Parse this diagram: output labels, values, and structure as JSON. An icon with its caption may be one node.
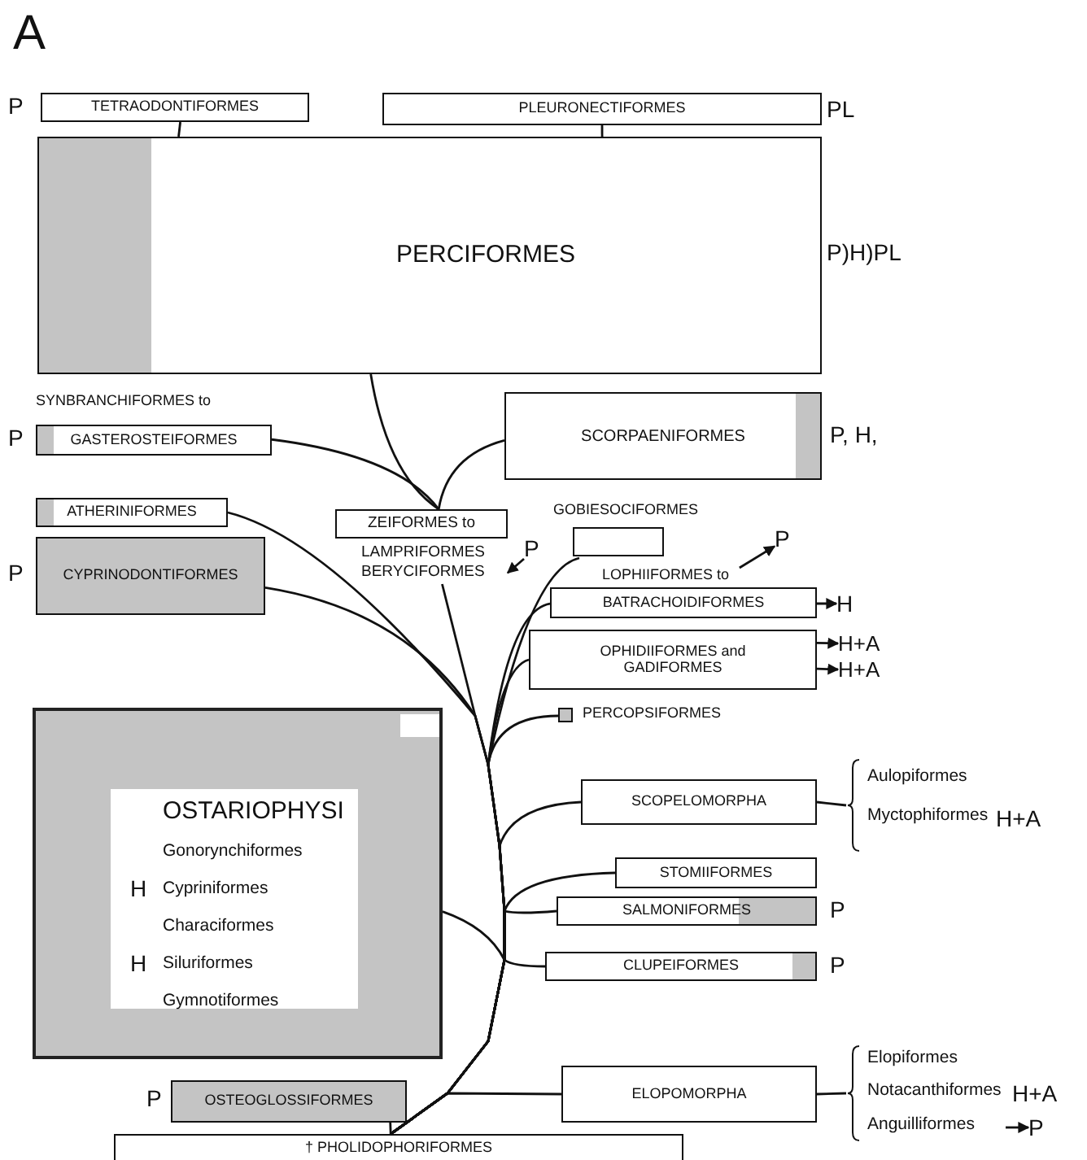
{
  "diagram": {
    "nodes": [
      {
        "text": [
          "TETRAODONTIFORMES"
        ],
        "beside": [
          "P"
        ]
      },
      {
        "text": [
          "PLEURONECTIFORMES"
        ],
        "beside": [
          "PL"
        ]
      },
      {
        "text": [
          "PERCIFORMES"
        ],
        "beside": [
          "P)H)PL"
        ]
      },
      {
        "text": [
          "SYNBRANCHIFORMES to",
          "GASTEROSTEIFORMES"
        ],
        "beside": [
          "P"
        ]
      },
      {
        "text": [
          "SCORPAENIFORMES"
        ],
        "beside": [
          "P, H,"
        ]
      },
      {
        "text": [
          "ATHERINIFORMES"
        ]
      },
      {
        "text": [
          "ZEIFORMES to",
          "LAMPRIFORMES BERYCIFORMES"
        ]
      },
      {
        "text": [
          "GOBIESOCIFORMES"
        ]
      },
      {
        "text": [
          "CYPRINODONTIFORMES"
        ],
        "beside": [
          "P"
        ]
      },
      {
        "text": [
          "P"
        ]
      },
      {
        "text": [
          "P"
        ]
      },
      {
        "text": [
          "LOPHIIFORMES to",
          "BATRACHOIDIFORMES"
        ]
      },
      {
        "text": [
          "H"
        ]
      },
      {
        "text": [
          "OPHIDIIFORMES and GADIFORMES"
        ]
      },
      {
        "text": [
          "H+A"
        ]
      },
      {
        "text": [
          "H+A"
        ]
      },
      {
        "text": [
          "PERCOPSIFORMES"
        ]
      },
      {
        "text": [
          "OSTARIOPHYSI",
          "Gonorynchiformes",
          "Cypriniformes",
          "Characiformes",
          "Siluriformes",
          "Gymnotiformes"
        ]
      },
      {
        "text": [
          "SCOPELOMORPHA"
        ]
      },
      {
        "text": [
          "Aulopiformes",
          "Myctophiformes"
        ],
        "beside": [
          "H+A"
        ]
      },
      {
        "text": [
          "STOMIIFORMES"
        ]
      },
      {
        "text": [
          "SALMONIFORMES"
        ],
        "beside": [
          "P"
        ]
      },
      {
        "text": [
          "CLUPEIFORMES"
        ],
        "beside": [
          "P"
        ]
      },
      {
        "text": [
          "OSTEOGLOSSIFORMES"
        ],
        "beside": [
          "P"
        ]
      },
      {
        "text": [
          "ELOPOMORPHA"
        ]
      },
      {
        "text": [
          "Elopiformes",
          "Notacanthiformes",
          "Anguilliformes"
        ],
        "beside": [
          "H+A"
        ]
      },
      {
        "text": [
          "P"
        ]
      },
      {
        "text": [
          "† PHOLIDOPHORIFORMES"
        ]
      }
    ],
    "edges": [
      {
        "from": 0,
        "to": 2,
        "arrow": "none"
      },
      {
        "from": 1,
        "to": 2,
        "arrow": "none"
      },
      {
        "from": 2,
        "to": 6,
        "arrow": "none"
      },
      {
        "from": 3,
        "to": 6,
        "arrow": "none"
      },
      {
        "from": 4,
        "to": 6,
        "arrow": "none"
      },
      {
        "from": 9,
        "to": 6,
        "arrow": "to"
      },
      {
        "from": 11,
        "to": 10,
        "arrow": "to"
      },
      {
        "from": 11,
        "to": 12,
        "arrow": "to"
      },
      {
        "from": 13,
        "to": 14,
        "arrow": "to"
      },
      {
        "from": 13,
        "to": 15,
        "arrow": "to"
      },
      {
        "from": 18,
        "to": 19,
        "arrow": "none"
      },
      {
        "from": 24,
        "to": 25,
        "arrow": "none"
      },
      {
        "from": 25,
        "to": 26,
        "arrow": "to"
      },
      {
        "from": 6,
        "to": 27,
        "arrow": "none"
      },
      {
        "from": 5,
        "to": 27,
        "arrow": "none"
      },
      {
        "from": 8,
        "to": 27,
        "arrow": "none"
      },
      {
        "from": 7,
        "to": 27,
        "arrow": "none"
      },
      {
        "from": 11,
        "to": 27,
        "arrow": "none"
      },
      {
        "from": 13,
        "to": 27,
        "arrow": "none"
      },
      {
        "from": 16,
        "to": 27,
        "arrow": "none"
      },
      {
        "from": 17,
        "to": 27,
        "arrow": "none"
      },
      {
        "from": 18,
        "to": 27,
        "arrow": "none"
      },
      {
        "from": 20,
        "to": 27,
        "arrow": "none"
      },
      {
        "from": 21,
        "to": 27,
        "arrow": "none"
      },
      {
        "from": 22,
        "to": 27,
        "arrow": "none"
      },
      {
        "from": 23,
        "to": 27,
        "arrow": "none"
      },
      {
        "from": 24,
        "to": 27,
        "arrow": "none"
      }
    ],
    "labels": [
      "A",
      "H",
      "H"
    ]
  }
}
